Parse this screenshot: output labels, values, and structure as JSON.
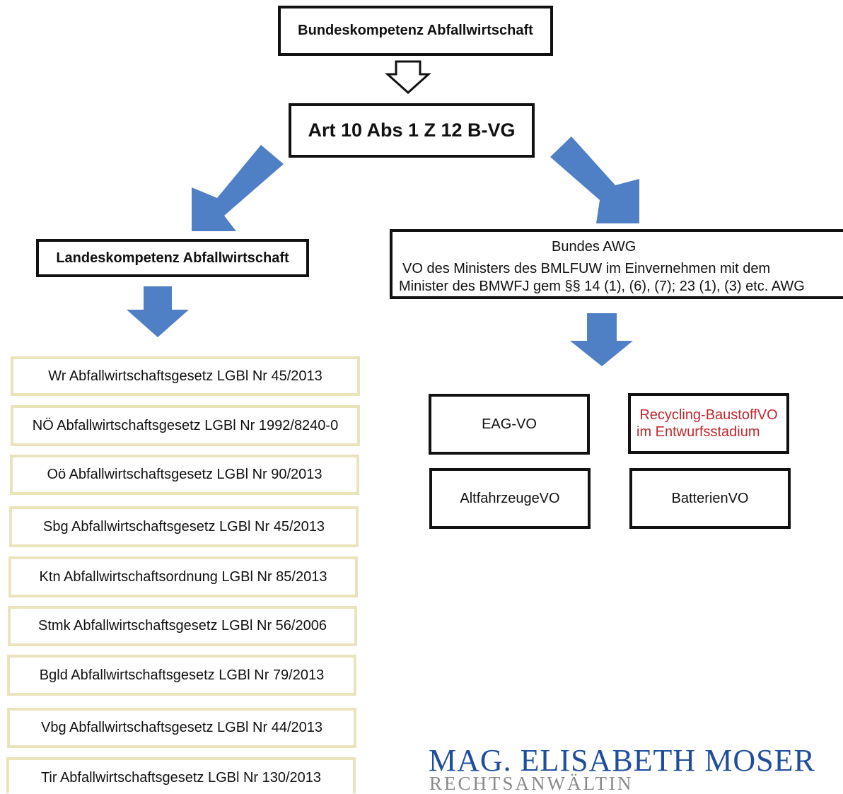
{
  "top_box": "Bundeskompetenz Abfallwirtschaft",
  "article_box": "Art 10 Abs 1 Z 12 B-VG",
  "land_header": "Landeskompetenz Abfallwirtschaft",
  "land_laws": [
    "Wr Abfallwirtschaftsgesetz LGBl Nr 45/2013",
    "NÖ Abfallwirtschaftsgesetz LGBl Nr 1992/8240-0",
    "Oö Abfallwirtschaftsgesetz LGBl Nr 90/2013",
    "Sbg Abfallwirtschaftsgesetz LGBl Nr 45/2013",
    "Ktn Abfallwirtschaftsordnung LGBl Nr 85/2013",
    "Stmk Abfallwirtschaftsgesetz LGBl Nr 56/2006",
    "Bgld Abfallwirtschaftsgesetz LGBl Nr 79/2013",
    "Vbg Abfallwirtschaftsgesetz LGBl Nr 44/2013",
    "Tir Abfallwirtschaftsgesetz LGBl Nr 130/2013"
  ],
  "bund_box": {
    "line1": "Bundes AWG",
    "line2": "VO des Ministers des BMLFUW im Einvernehmen mit dem",
    "line3": "Minister des BMWFJ gem §§ 14 (1), (6), (7); 23 (1), (3) etc. AWG"
  },
  "regulations": {
    "eag": "EAG-VO",
    "recycling_line1": "Recycling-BaustoffVO",
    "recycling_line2": "im Entwurfsstadium",
    "altfahrzeuge": "AltfahrzeugeVO",
    "batterien": "BatterienVO"
  },
  "logo": {
    "name": "MAG. ELISABETH MOSER",
    "title": "RECHTSANWÄLTIN"
  },
  "colors": {
    "arrow_blue": "#4f7fc4",
    "land_border": "#ebe3bb",
    "draft_red": "#c0272d",
    "logo_blue": "#1f4e9c",
    "logo_gray": "#8a8a8a"
  }
}
